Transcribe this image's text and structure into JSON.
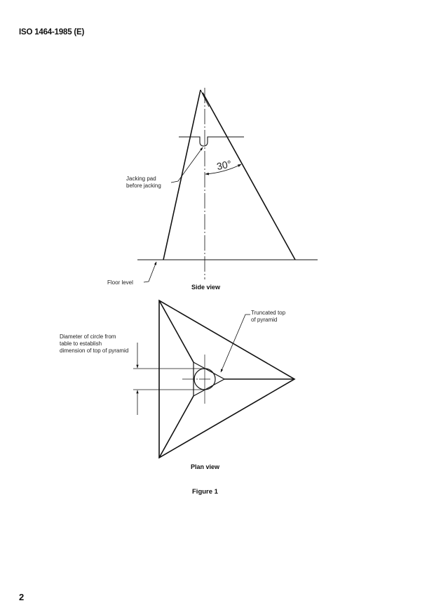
{
  "document": {
    "header": "ISO 1464-1985 (E)",
    "page_number": "2",
    "figure_caption": "Figure 1"
  },
  "side_view": {
    "caption": "Side view",
    "labels": {
      "jacking_pad": "Jacking pad\nbefore jacking",
      "floor_level": "Floor level",
      "angle": "30°"
    }
  },
  "plan_view": {
    "caption": "Plan view",
    "labels": {
      "truncated_top": "Truncated top\nof pyramid",
      "diameter_note": "Diameter of circle from\ntable to establish\ndimension of top of pyramid"
    }
  }
}
